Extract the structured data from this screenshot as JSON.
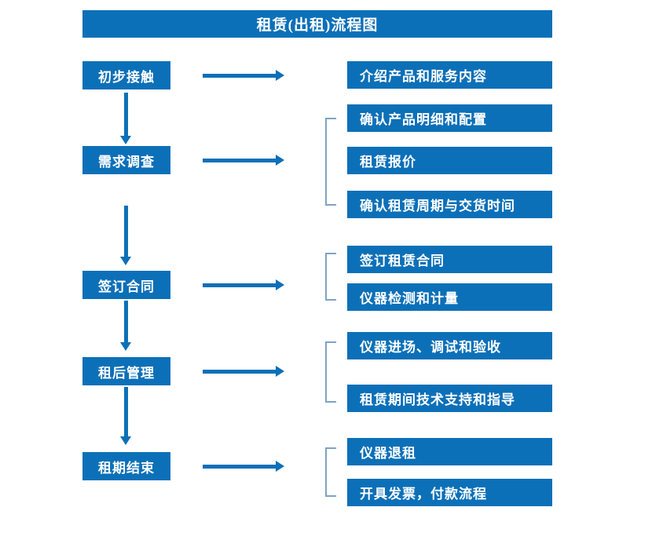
{
  "diagram": {
    "title": "租赁(出租)流程图",
    "accent_color": "#0c70b8",
    "bracket_color": "#7fa3c4",
    "text_color": "#ffffff",
    "background_color": "#ffffff",
    "stages": [
      {
        "label": "初步接触",
        "details": [
          "介绍产品和服务内容"
        ],
        "bracket": false,
        "arrow": "arrow-right-icon"
      },
      {
        "label": "需求调查",
        "details": [
          "确认产品明细和配置",
          "租赁报价",
          "确认租赁周期与交货时间"
        ],
        "bracket": true,
        "arrow": "arrow-right-icon"
      },
      {
        "label": "签订合同",
        "details": [
          "签订租赁合同",
          "仪器检测和计量"
        ],
        "bracket": true,
        "arrow": "arrow-right-icon"
      },
      {
        "label": "租后管理",
        "details": [
          "仪器进场、调试和验收",
          "租赁期间技术支持和指导"
        ],
        "bracket": true,
        "arrow": "arrow-right-icon"
      },
      {
        "label": "租期结束",
        "details": [
          "仪器退租",
          "开具发票，付款流程"
        ],
        "bracket": true,
        "arrow": "arrow-right-icon"
      }
    ],
    "connectors": [
      {
        "icon": "arrow-down-icon",
        "from": "初步接触",
        "to": "需求调查"
      },
      {
        "icon": "arrow-down-icon",
        "from": "需求调查",
        "to": "签订合同"
      },
      {
        "icon": "arrow-down-icon",
        "from": "签订合同",
        "to": "租后管理"
      },
      {
        "icon": "arrow-down-icon",
        "from": "租后管理",
        "to": "租期结束"
      }
    ]
  }
}
